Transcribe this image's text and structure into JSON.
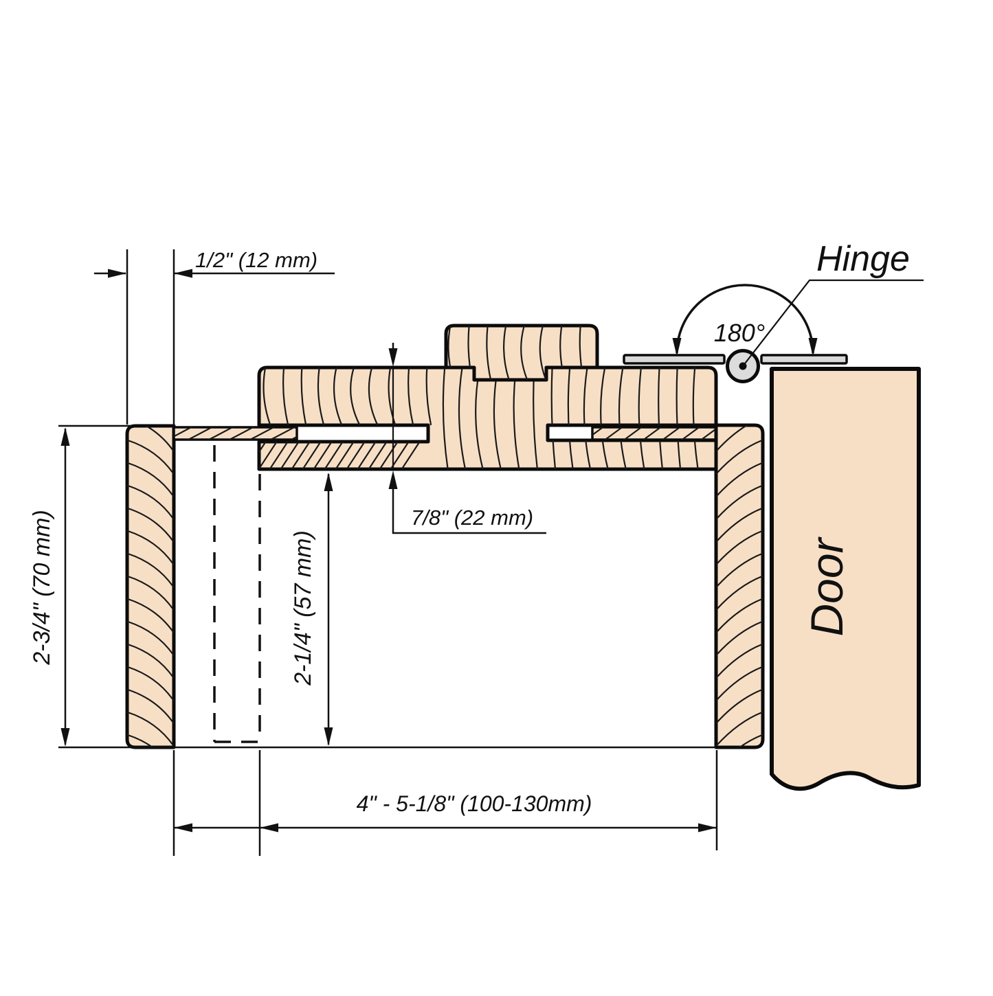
{
  "colors": {
    "wood": "#f7dfc6",
    "metal": "#d9d9d9",
    "line": "#111111",
    "bg": "#ffffff"
  },
  "labels": {
    "reveal": "1/2\"  (12 mm)",
    "frame_thickness": "7/8\" (22 mm)",
    "casing_width": "2-3/4\" (70 mm)",
    "jamb_offset": "2-1/4\" (57 mm)",
    "frame_width_range": "4\" - 5-1/8\" (100-130mm)",
    "opening_angle": "180°",
    "hinge": "Hinge",
    "door": "Door"
  }
}
